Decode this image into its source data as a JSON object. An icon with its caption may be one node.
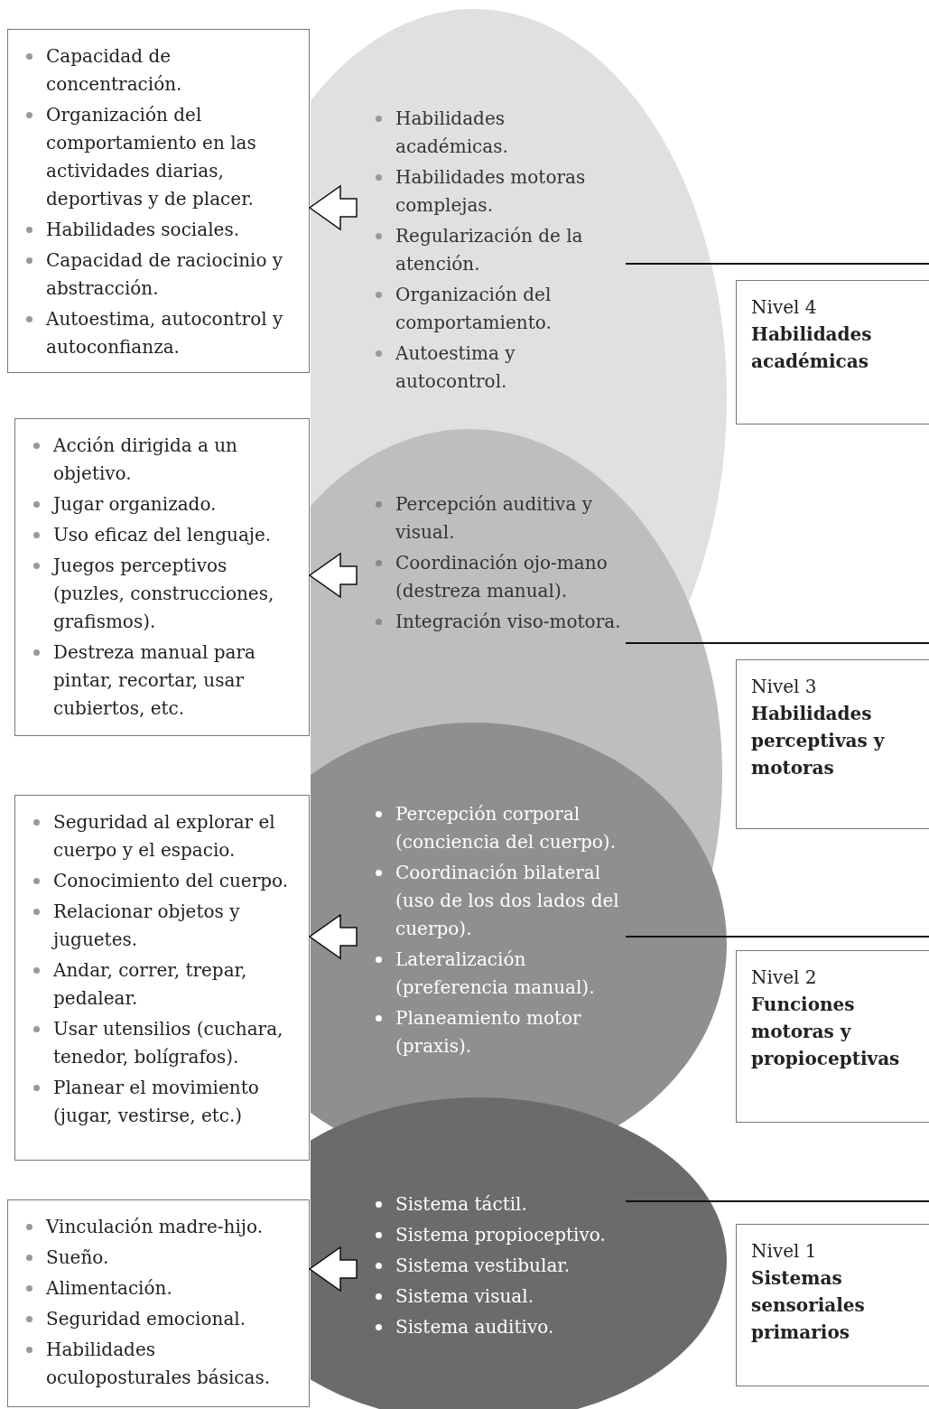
{
  "diagram": {
    "nodes": [
      {
        "text": [
          "Habilidades académicas.",
          "Habilidades motoras complejas.",
          "Regularización de la atención.",
          "Organización del comportamiento.",
          "Autoestima y autocontrol."
        ]
      },
      {
        "text": [
          "Capacidad de concentración.",
          "Organización del comportamiento en las actividades diarias, deportivas y de placer.",
          "Habilidades sociales.",
          "Capacidad de raciocinio y abstracción.",
          "Autoestima, autocontrol y autoconfianza."
        ]
      },
      {
        "text": [
          "Nivel 4",
          "Habilidades académicas"
        ]
      },
      {
        "text": [
          "Percepción auditiva y visual.",
          "Coordinación ojo-mano (destreza manual).",
          "Integración viso-motora."
        ]
      },
      {
        "text": [
          "Acción dirigida a un objetivo.",
          "Jugar organizado.",
          "Uso eficaz del lenguaje.",
          "Juegos perceptivos (puzles, construcciones, grafismos).",
          "Destreza manual para pintar, recortar, usar cubiertos, etc."
        ]
      },
      {
        "text": [
          "Nivel 3",
          "Habilidades perceptivas y motoras"
        ]
      },
      {
        "text": [
          "Percepción corporal (conciencia del cuerpo).",
          "Coordinación bilateral (uso de los dos lados del cuerpo).",
          "Lateralización (preferencia manual).",
          "Planeamiento motor (praxis)."
        ]
      },
      {
        "text": [
          "Seguridad al explorar el cuerpo y el espacio.",
          "Conocimiento del cuerpo.",
          "Relacionar objetos y juguetes.",
          "Andar, correr, trepar, pedalear.",
          "Usar utensilios (cuchara, tenedor, bolígrafos).",
          "Planear el movimiento (jugar, vestirse, etc.)"
        ]
      },
      {
        "text": [
          "Nivel 2",
          "Funciones motoras y propioceptivas"
        ]
      },
      {
        "text": [
          "Sistema táctil.",
          "Sistema propioceptivo.",
          "Sistema vestibular.",
          "Sistema visual.",
          "Sistema auditivo."
        ]
      },
      {
        "text": [
          "Vinculación madre-hijo.",
          "Sueño.",
          "Alimentación.",
          "Seguridad emocional.",
          "Habilidades oculoposturales básicas."
        ]
      },
      {
        "text": [
          "Nivel 1",
          "Sistemas sensoriales primarios"
        ]
      }
    ],
    "edges": [
      {
        "from": 0,
        "to": 1,
        "arrow": "to"
      },
      {
        "from": 0,
        "to": 2,
        "arrow": "none"
      },
      {
        "from": 3,
        "to": 4,
        "arrow": "to"
      },
      {
        "from": 3,
        "to": 5,
        "arrow": "none"
      },
      {
        "from": 6,
        "to": 7,
        "arrow": "to"
      },
      {
        "from": 6,
        "to": 8,
        "arrow": "none"
      },
      {
        "from": 9,
        "to": 10,
        "arrow": "to"
      },
      {
        "from": 9,
        "to": 11,
        "arrow": "none"
      }
    ]
  }
}
